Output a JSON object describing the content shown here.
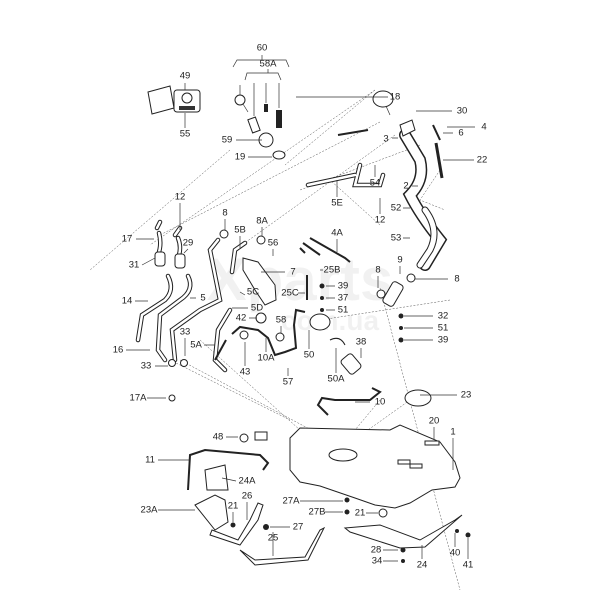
{
  "diagram": {
    "title": "Fuel tank and fuel lines parts diagram",
    "watermark": [
      "Xparts",
      "com.ua"
    ],
    "labels": [
      "60",
      "58A",
      "49",
      "55",
      "18",
      "30",
      "4",
      "3",
      "6",
      "59",
      "19",
      "22",
      "2",
      "54",
      "5E",
      "12",
      "12",
      "52",
      "8",
      "8A",
      "4A",
      "53",
      "5B",
      "56",
      "17",
      "29",
      "9",
      "8",
      "8",
      "31",
      "7",
      "25B",
      "5C",
      "25C",
      "39",
      "37",
      "14",
      "5",
      "51",
      "32",
      "5D",
      "42",
      "58",
      "51",
      "16",
      "33",
      "5A",
      "10A",
      "50",
      "38",
      "39",
      "43",
      "33",
      "57",
      "50A",
      "23",
      "17A",
      "10",
      "20",
      "1",
      "48",
      "11",
      "24A",
      "23A",
      "26",
      "21",
      "27A",
      "27B",
      "21",
      "27",
      "25",
      "28",
      "34",
      "24",
      "40",
      "41"
    ]
  }
}
